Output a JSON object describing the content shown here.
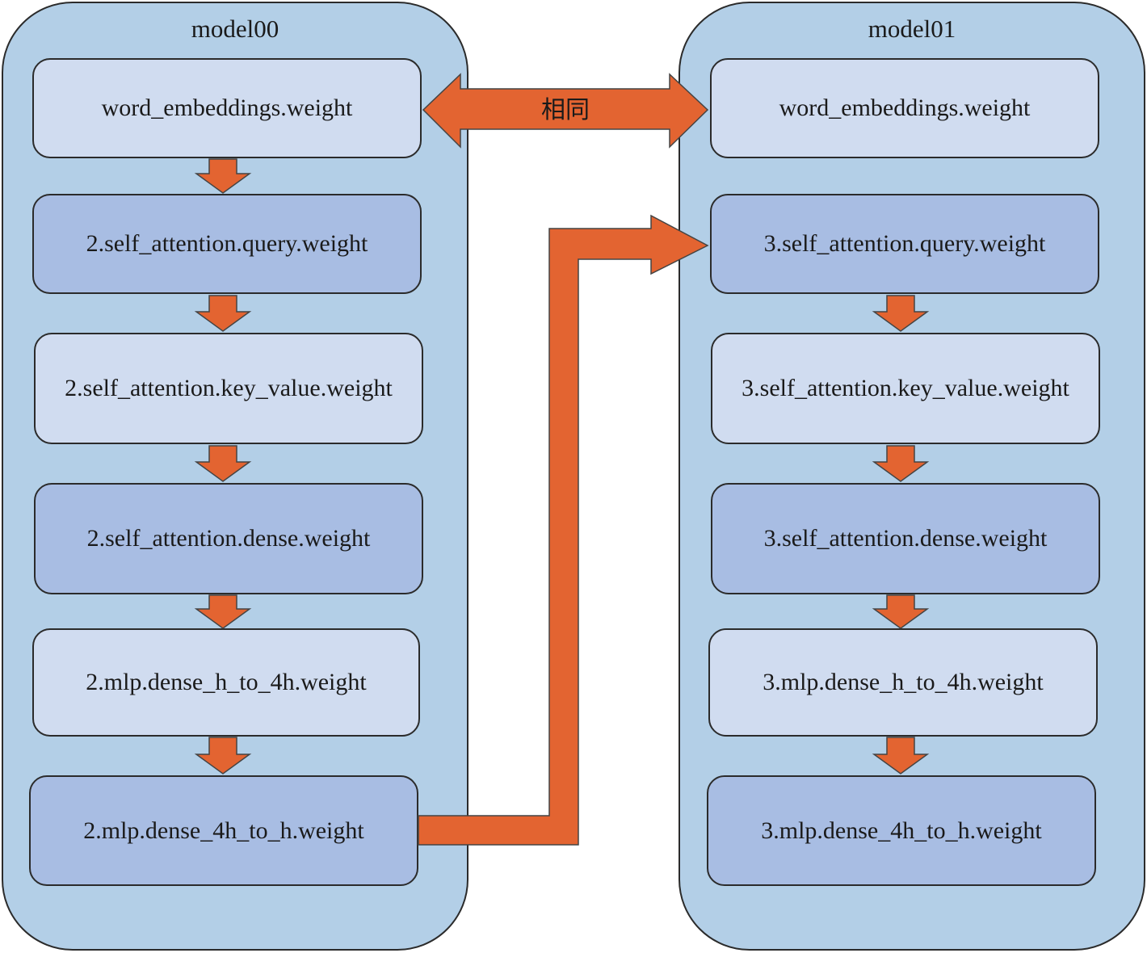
{
  "colors": {
    "panel": "#b3cfe7",
    "node_light": "#d0dcf0",
    "node_dark": "#a8bde3",
    "arrow": "#e36431"
  },
  "left_model": {
    "title": "model00",
    "nodes": [
      "word_embeddings.weight",
      "2.self_attention.query.weight",
      "2.self_attention.key_value.weight",
      "2.self_attention.dense.weight",
      "2.mlp.dense_h_to_4h.weight",
      "2.mlp.dense_4h_to_h.weight"
    ]
  },
  "right_model": {
    "title": "model01",
    "nodes": [
      "word_embeddings.weight",
      "3.self_attention.query.weight",
      "3.self_attention.key_value.weight",
      "3.self_attention.dense.weight",
      "3.mlp.dense_h_to_4h.weight",
      "3.mlp.dense_4h_to_h.weight"
    ]
  },
  "same_label": "相同"
}
